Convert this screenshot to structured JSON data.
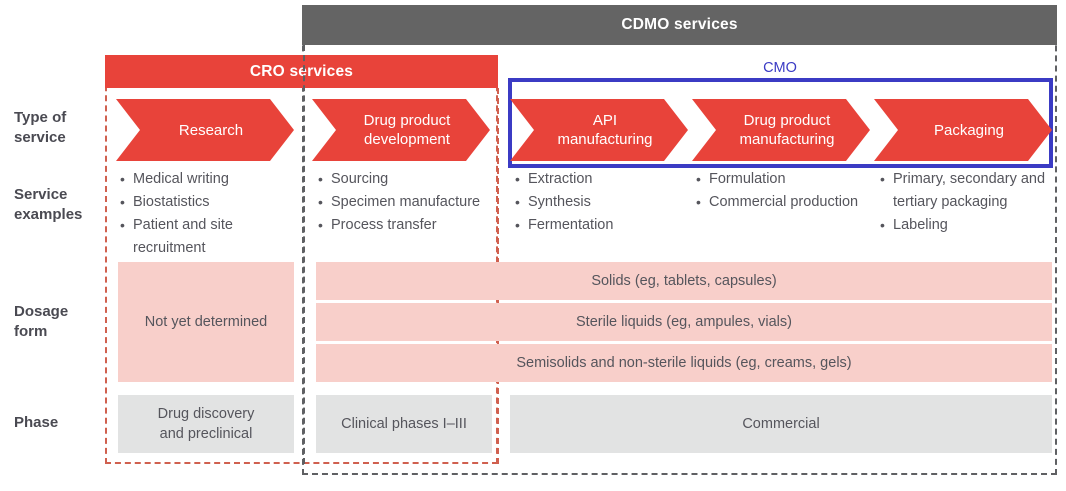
{
  "headers": {
    "cdmo": "CDMO services",
    "cro": "CRO services",
    "cmo": "CMO"
  },
  "row_labels": {
    "type_of_service": "Type of\nservice",
    "service_examples": "Service\nexamples",
    "dosage_form": "Dosage\nform",
    "phase": "Phase"
  },
  "stages": [
    {
      "label": "Research"
    },
    {
      "label": "Drug product\ndevelopment"
    },
    {
      "label": "API\nmanufacturing"
    },
    {
      "label": "Drug product\nmanufacturing"
    },
    {
      "label": "Packaging"
    }
  ],
  "service_examples": [
    [
      "Medical writing",
      "Biostatistics",
      "Patient and site recruitment"
    ],
    [
      "Sourcing",
      "Specimen manufacture",
      "Process transfer"
    ],
    [
      "Extraction",
      "Synthesis",
      "Fermentation"
    ],
    [
      "Formulation",
      "Commercial production"
    ],
    [
      "Primary, secondary and tertiary packaging",
      "Labeling"
    ]
  ],
  "dosage_form": {
    "research": "Not yet determined",
    "bands": [
      "Solids (eg, tablets, capsules)",
      "Sterile liquids (eg, ampules, vials)",
      "Semisolids and non-sterile liquids (eg, creams, gels)"
    ]
  },
  "phase": {
    "discovery": "Drug discovery\nand preclinical",
    "clinical": "Clinical phases I–III",
    "commercial": "Commercial"
  },
  "colors": {
    "red": "#e8433a",
    "gray_header": "#646464",
    "blue": "#3b3bc4",
    "pink": "#f8cfca",
    "gray_band": "#e2e3e3",
    "text": "#55555c",
    "label": "#4a4a52"
  }
}
